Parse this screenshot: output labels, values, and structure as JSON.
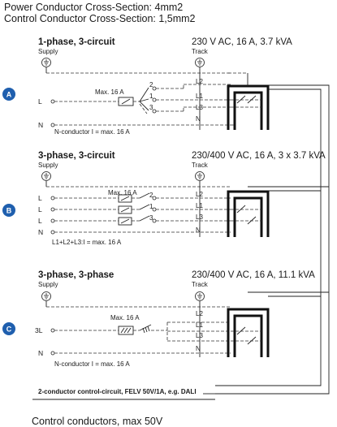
{
  "header": {
    "power_cross_section": "Power Conductor Cross-Section: 4mm2",
    "control_cross_section": "Control Conductor Cross-Section: 1,5mm2"
  },
  "footer": {
    "note": "Control conductors, max 50V"
  },
  "colors": {
    "badge": "#1f5fae",
    "line": "#222222"
  },
  "labels": {
    "supply": "Supply",
    "track": "Track"
  },
  "diagrams": [
    {
      "badge": "A",
      "title": "1-phase, 3-circuit",
      "spec": "230 V AC, 16 A, 3.7 kVA",
      "fuse": "Max. 16 A",
      "inputs": [
        "L",
        "N"
      ],
      "switch_numbers": [
        "2",
        "1",
        "3"
      ],
      "track_conductors": [
        "L2",
        "L1",
        "L3",
        "N"
      ],
      "note": "N-conductor I = max. 16 A"
    },
    {
      "badge": "B",
      "title": "3-phase, 3-circuit",
      "spec": "230/400 V AC, 16 A, 3 x 3.7 kVA",
      "fuse": "Max. 16 A",
      "inputs": [
        "L",
        "L",
        "L",
        "N"
      ],
      "switch_numbers": [
        "2",
        "1",
        "3"
      ],
      "track_conductors": [
        "L2",
        "L1",
        "L3",
        "N"
      ],
      "note": "L1+L2+L3:I = max. 16 A"
    },
    {
      "badge": "C",
      "title": "3-phase, 3-phase",
      "spec": "230/400 V AC, 16 A, 11.1 kVA",
      "fuse": "Max. 16 A",
      "inputs": [
        "3L",
        "N"
      ],
      "switch_numbers": [],
      "track_conductors": [
        "L2",
        "L1",
        "L3",
        "N"
      ],
      "note": "N-conductor I = max. 16 A"
    }
  ],
  "control_circuit": "2-conductor control-circuit, FELV 50V/1A, e.g. DALI"
}
